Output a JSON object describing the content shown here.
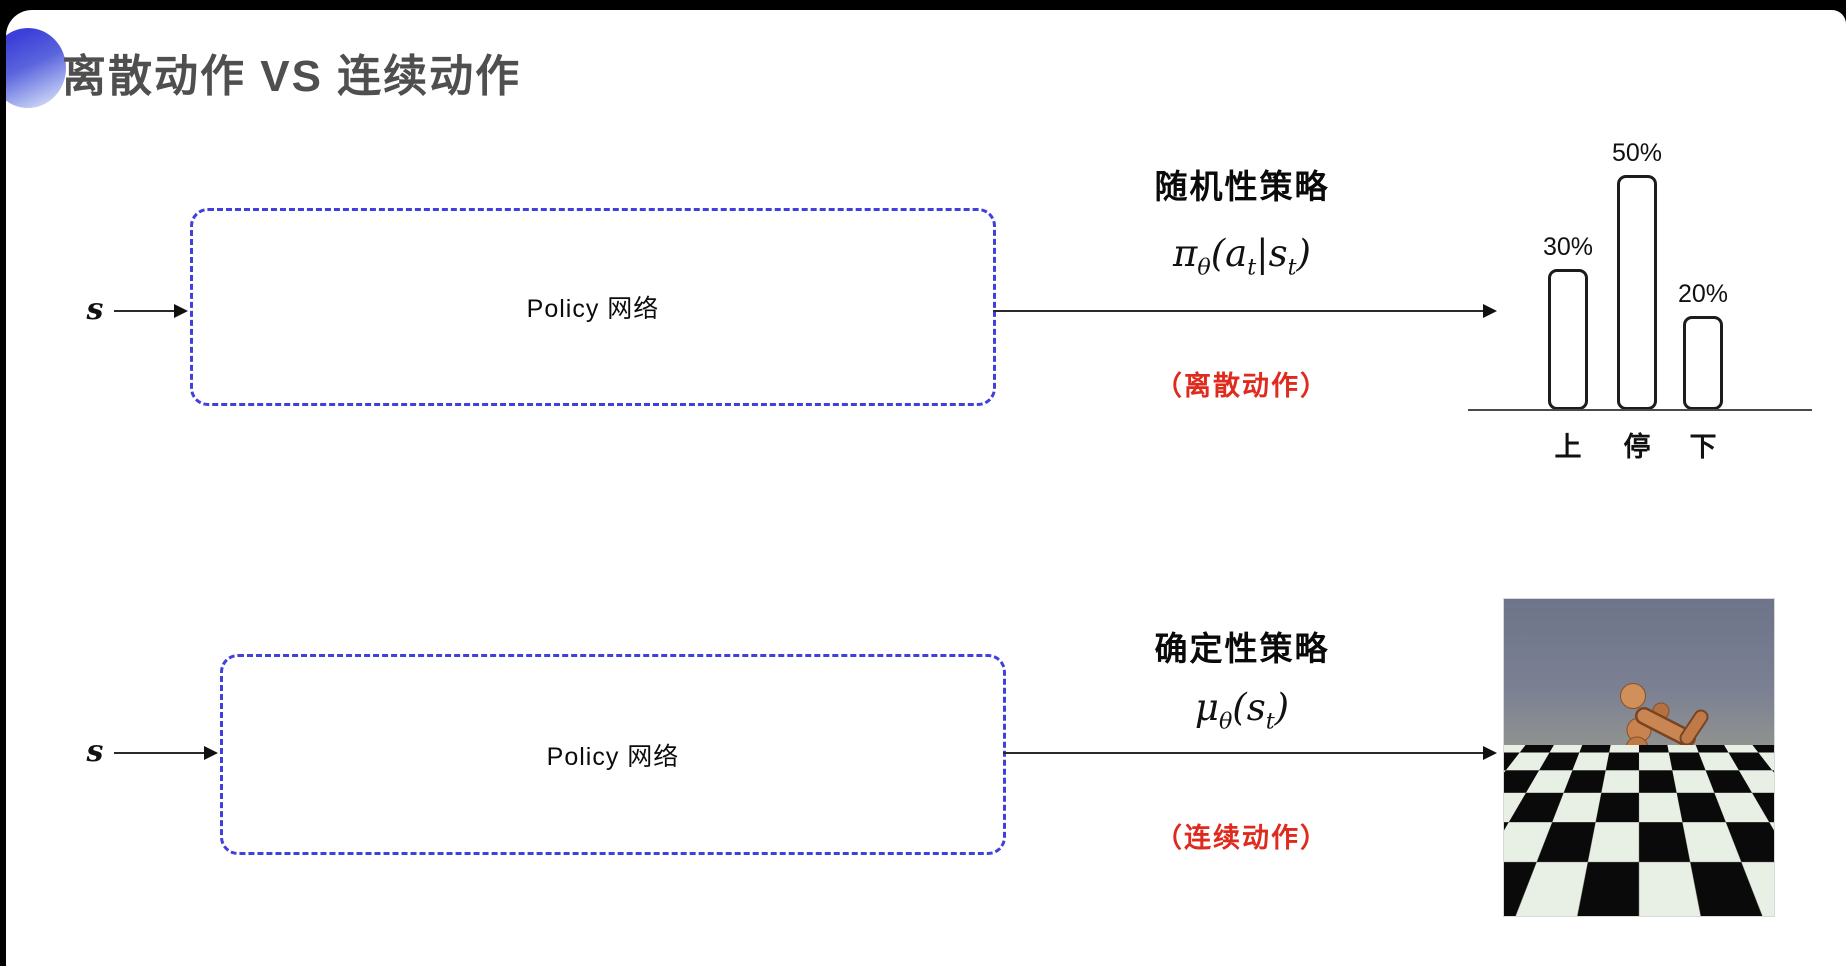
{
  "slide": {
    "title": "离散动作 VS 连续动作"
  },
  "top_row": {
    "input_label": "s",
    "box_label": "Policy 网络",
    "policy_name": "随机性策略",
    "formula": {
      "lead": "π",
      "lead_sub": "θ",
      "open": "(",
      "arg1": "a",
      "arg1_sub": "t",
      "bar": "|",
      "arg2": "s",
      "arg2_sub": "t",
      "close": ")"
    },
    "action_note": "（离散动作）"
  },
  "bottom_row": {
    "input_label": "s",
    "box_label": "Policy 网络",
    "policy_name": "确定性策略",
    "formula": {
      "lead": "μ",
      "lead_sub": "θ",
      "open": "(",
      "arg1": "s",
      "arg1_sub": "t",
      "close": ")"
    },
    "action_note": "（连续动作）"
  },
  "chart_data": {
    "type": "bar",
    "categories": [
      "上",
      "停",
      "下"
    ],
    "values": [
      30,
      50,
      20
    ],
    "labels": [
      "30%",
      "50%",
      "20%"
    ],
    "title": "",
    "xlabel": "",
    "ylabel": "",
    "ylim": [
      0,
      55
    ],
    "grid": false,
    "legend": false,
    "bar_fill": "#ffffff",
    "bar_border": "#1c1c1c"
  },
  "colors": {
    "title": "#4f4f4f",
    "box_border": "#4040dd",
    "note_red": "#df2b1e",
    "arrow": "#222222",
    "accent_orb_top": "#3c40d8",
    "accent_orb_bottom": "#dfe5fa"
  }
}
